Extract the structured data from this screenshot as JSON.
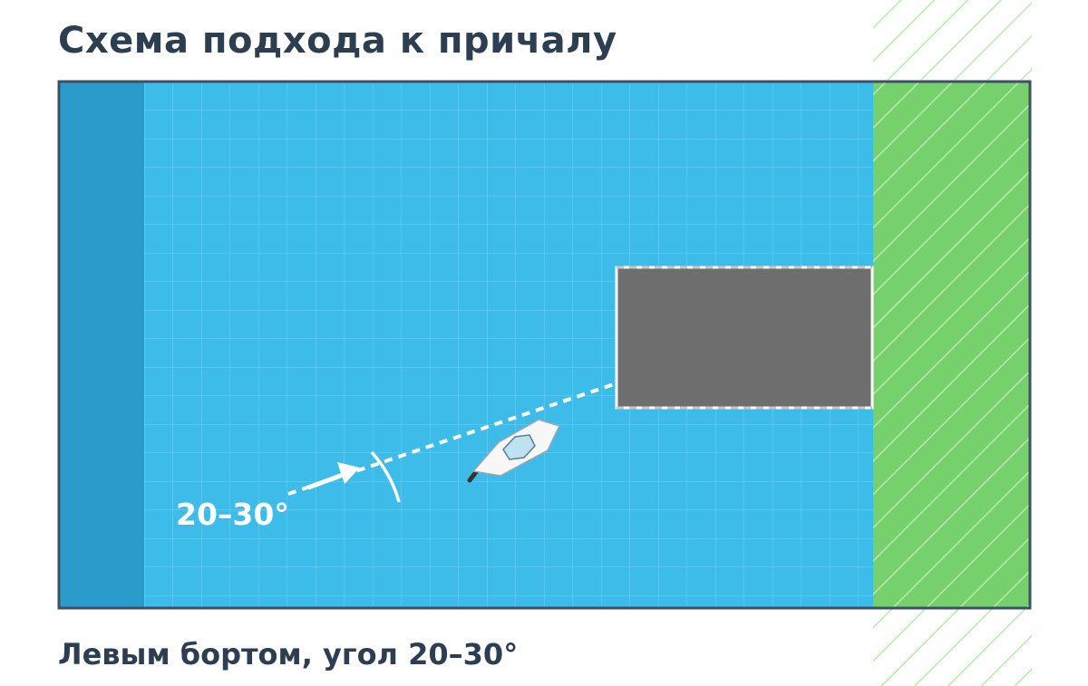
{
  "diagram": {
    "title": "Схема подхода к причалу",
    "angle_label": "20–30°",
    "caption": "Левым бортом, угол 20–30°"
  },
  "legend_semantics": {
    "water": "sea-area",
    "deep_water_strip": "deep-water",
    "shore": "land-hatched",
    "pier": "berth",
    "vessel": "boat",
    "approach": "dashed-approach-line"
  },
  "colors": {
    "water": "#3dbbe9",
    "deep_water": "#2b9bcb",
    "grid": "#6fd0f2",
    "shore": "#76d06c",
    "shore_hatch": "#b6ebac",
    "pier": "#6e6e6e",
    "frame": "#3d5166",
    "title_text": "#2c3e50",
    "white": "#ffffff"
  }
}
